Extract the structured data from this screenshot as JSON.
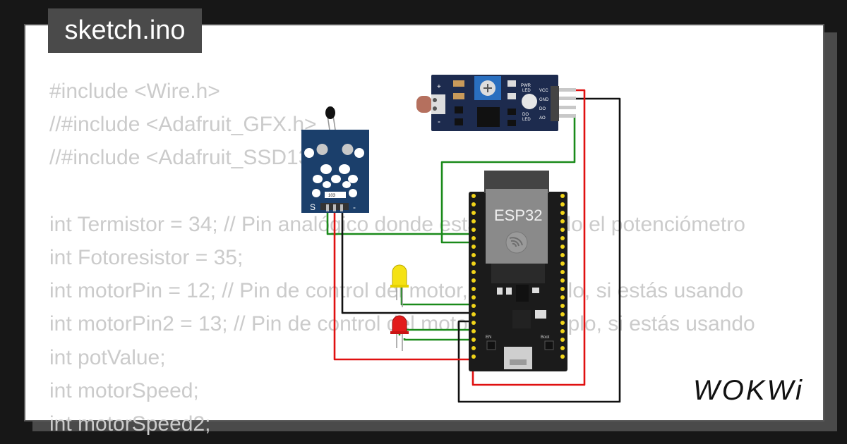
{
  "file_tab": {
    "label": "sketch.ino"
  },
  "code_lines": [
    "#include <Wire.h>",
    "//#include <Adafruit_GFX.h>",
    "//#include <Adafruit_SSD1306.h>",
    "",
    "int Termistor = 34; // Pin analógico donde está conectado el potenciómetro",
    "int Fotoresistor = 35;",
    "int motorPin = 12; // Pin de control del motor, por ejemplo, si estás usando",
    "int motorPin2 = 13; // Pin de control del motor, por ejemplo, si estás usando",
    "int potValue;",
    "int motorSpeed;",
    "int motorSpeed2;"
  ],
  "esp32": {
    "label": "ESP32",
    "button_en": "EN",
    "button_boot": "Boot"
  },
  "ntc_module": {
    "pin_s": "S",
    "pin_minus": "-",
    "resistor_code": "103"
  },
  "ldr_module": {
    "plus": "+",
    "minus": "-",
    "pwr_led": "PWR\nLED",
    "do_led": "DO\nLED",
    "pins": [
      "VCC",
      "GND",
      "DO",
      "AO"
    ]
  },
  "brand": {
    "text": "WOKWi"
  },
  "colors": {
    "wire_green": "#1a8a1a",
    "wire_red": "#e01010",
    "wire_black": "#111111",
    "board": "#1b1b1b",
    "module_blue": "#1b3f6b",
    "ldr_board": "#1d2b4e",
    "led_yellow": "#f5e214",
    "led_red": "#e21b1b"
  }
}
